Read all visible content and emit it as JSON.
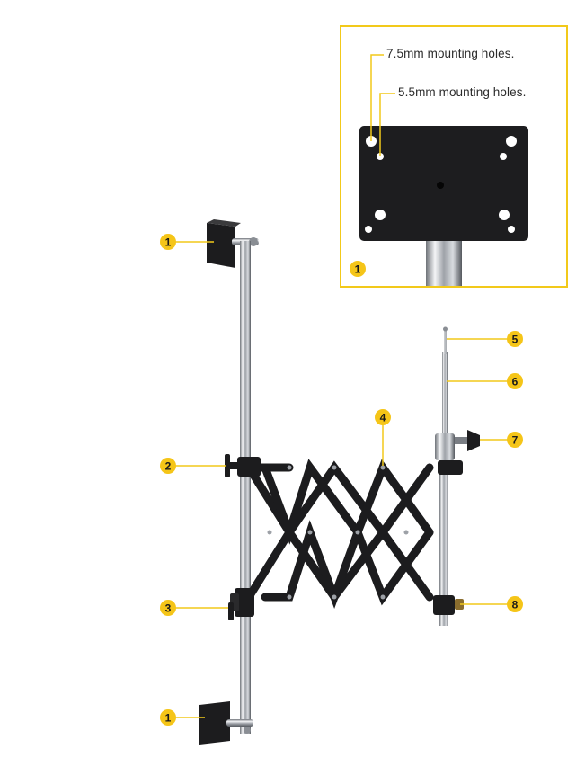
{
  "figure": {
    "inset": {
      "callout_75": "7.5mm mounting holes.",
      "callout_55": "5.5mm mounting holes.",
      "marker": "1"
    },
    "markers": [
      {
        "id": "top-wall-plate",
        "number": "1"
      },
      {
        "id": "upper-clamp",
        "number": "2"
      },
      {
        "id": "lower-clamp",
        "number": "3"
      },
      {
        "id": "scissor-arm",
        "number": "4"
      },
      {
        "id": "spigot",
        "number": "5"
      },
      {
        "id": "telescopic-pole",
        "number": "6"
      },
      {
        "id": "knob-head",
        "number": "7"
      },
      {
        "id": "pole-clamp",
        "number": "8"
      },
      {
        "id": "bottom-wall-plate",
        "number": "1"
      }
    ],
    "colors": {
      "badge": "#f5c518",
      "badge_text": "#1a1a1a",
      "inset_border": "#f2c91a",
      "metal_dark": "#1c1c1e",
      "chrome": "#c9ccd1"
    }
  }
}
